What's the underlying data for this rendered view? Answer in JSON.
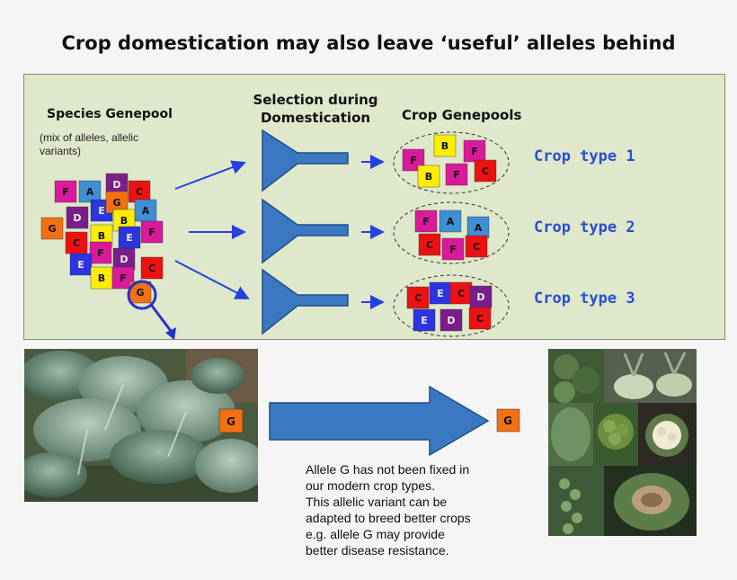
{
  "title": "Crop domestication may also leave ‘useful’ alleles behind",
  "labels": {
    "species_genepool": "Species Genepool",
    "species_note_1": "(mix of alleles, allelic",
    "species_note_2": "variants)",
    "selection_1": "Selection during",
    "selection_2": "Domestication",
    "crop_genepools": "Crop Genepools",
    "crop_types": [
      "Crop type 1",
      "Crop type 2",
      "Crop type 3"
    ]
  },
  "caption": [
    "Allele G has not been fixed in",
    "our modern crop types.",
    "This allelic variant can be",
    "adapted to breed better crops",
    "e.g. allele G may provide",
    "better disease resistance."
  ],
  "colors": {
    "A": "#3e8fd4",
    "B": "#ffee00",
    "C": "#ee1111",
    "D": "#7a1e8a",
    "E": "#2b35e0",
    "F": "#d91a9a",
    "G": "#f07012",
    "arrow": "#2640e0",
    "funnel": "#3b78c2",
    "big_arrow": "#3b78c2"
  },
  "species_tiles": [
    {
      "l": "F",
      "c": "F"
    },
    {
      "l": "A",
      "c": "A"
    },
    {
      "l": "D",
      "c": "D"
    },
    {
      "l": "C",
      "c": "C"
    },
    {
      "l": "G",
      "c": "G"
    },
    {
      "l": "E",
      "c": "E"
    },
    {
      "l": "G",
      "c": "G"
    },
    {
      "l": "D",
      "c": "D"
    },
    {
      "l": "B",
      "c": "B"
    },
    {
      "l": "A",
      "c": "A"
    },
    {
      "l": "C",
      "c": "C"
    },
    {
      "l": "B",
      "c": "B"
    },
    {
      "l": "E",
      "c": "E"
    },
    {
      "l": "F",
      "c": "F"
    },
    {
      "l": "D",
      "c": "D"
    },
    {
      "l": "F",
      "c": "F"
    },
    {
      "l": "E",
      "c": "E"
    },
    {
      "l": "B",
      "c": "B"
    },
    {
      "l": "F",
      "c": "F"
    },
    {
      "l": "C",
      "c": "C"
    },
    {
      "l": "G",
      "c": "G"
    }
  ],
  "crop_tiles": [
    [
      {
        "l": "F",
        "c": "F"
      },
      {
        "l": "B",
        "c": "B"
      },
      {
        "l": "F",
        "c": "F"
      },
      {
        "l": "B",
        "c": "B"
      },
      {
        "l": "F",
        "c": "F"
      },
      {
        "l": "C",
        "c": "C"
      }
    ],
    [
      {
        "l": "F",
        "c": "F"
      },
      {
        "l": "A",
        "c": "A"
      },
      {
        "l": "A",
        "c": "A"
      },
      {
        "l": "C",
        "c": "C"
      },
      {
        "l": "F",
        "c": "F"
      },
      {
        "l": "C",
        "c": "C"
      }
    ],
    [
      {
        "l": "C",
        "c": "C"
      },
      {
        "l": "E",
        "c": "E"
      },
      {
        "l": "C",
        "c": "C"
      },
      {
        "l": "D",
        "c": "D"
      },
      {
        "l": "E",
        "c": "E"
      },
      {
        "l": "D",
        "c": "D"
      },
      {
        "l": "C",
        "c": "C"
      }
    ]
  ],
  "allele_left": "G",
  "allele_right": "G"
}
